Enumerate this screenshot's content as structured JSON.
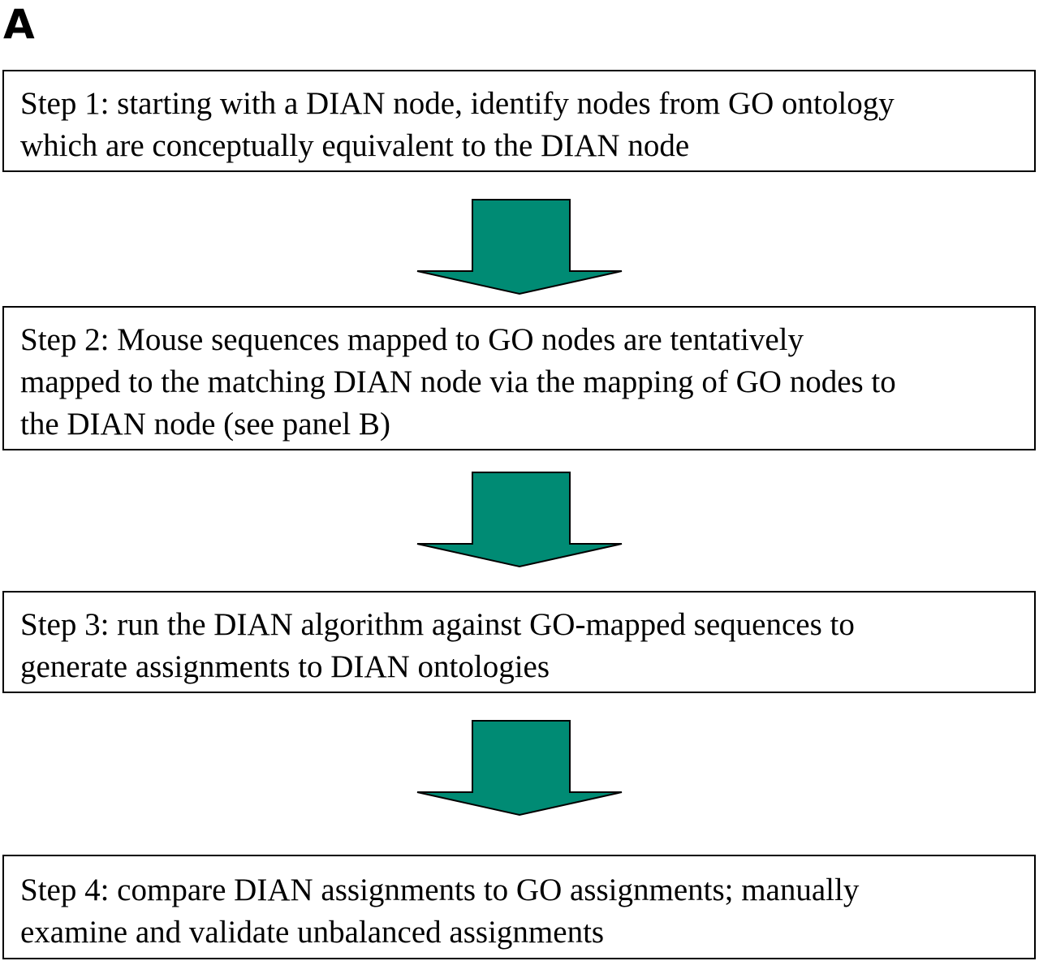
{
  "panel_label": "A",
  "colors": {
    "arrow_fill": "#008B74",
    "arrow_stroke": "#000000",
    "box_border": "#000000",
    "text": "#000000"
  },
  "steps": [
    {
      "text": "Step 1: starting with a DIAN node, identify nodes from GO ontology\nwhich are conceptually equivalent to the DIAN node"
    },
    {
      "text": "Step 2: Mouse sequences mapped to GO nodes are tentatively\nmapped to the matching DIAN node via the mapping of GO nodes to\nthe DIAN node (see panel B)"
    },
    {
      "text": "Step 3: run the DIAN algorithm against GO-mapped sequences to\ngenerate assignments to DIAN ontologies"
    },
    {
      "text": "Step 4: compare DIAN assignments to GO assignments; manually\nexamine and validate unbalanced assignments"
    }
  ],
  "arrows": [
    {
      "icon": "down-arrow-icon",
      "from": "step-1",
      "to": "step-2"
    },
    {
      "icon": "down-arrow-icon",
      "from": "step-2",
      "to": "step-3"
    },
    {
      "icon": "down-arrow-icon",
      "from": "step-3",
      "to": "step-4"
    }
  ]
}
